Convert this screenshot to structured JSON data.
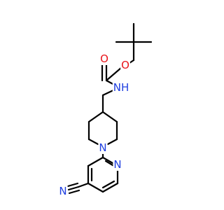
{
  "molecule": {
    "atoms": [
      {
        "id": "o_carbonyl",
        "symbol": "O",
        "element": "oxygen"
      },
      {
        "id": "o_ester",
        "symbol": "O",
        "element": "oxygen"
      },
      {
        "id": "n_amide",
        "symbol": "NH",
        "element": "nitrogen"
      },
      {
        "id": "n_piperidine",
        "symbol": "N",
        "element": "nitrogen"
      },
      {
        "id": "n_pyridine",
        "symbol": "N",
        "element": "nitrogen"
      },
      {
        "id": "n_nitrile",
        "symbol": "N",
        "element": "nitrogen"
      }
    ]
  },
  "colors": {
    "bond": "#000000",
    "oxygen": "#e8141a",
    "nitrogen": "#1f3fe0"
  }
}
